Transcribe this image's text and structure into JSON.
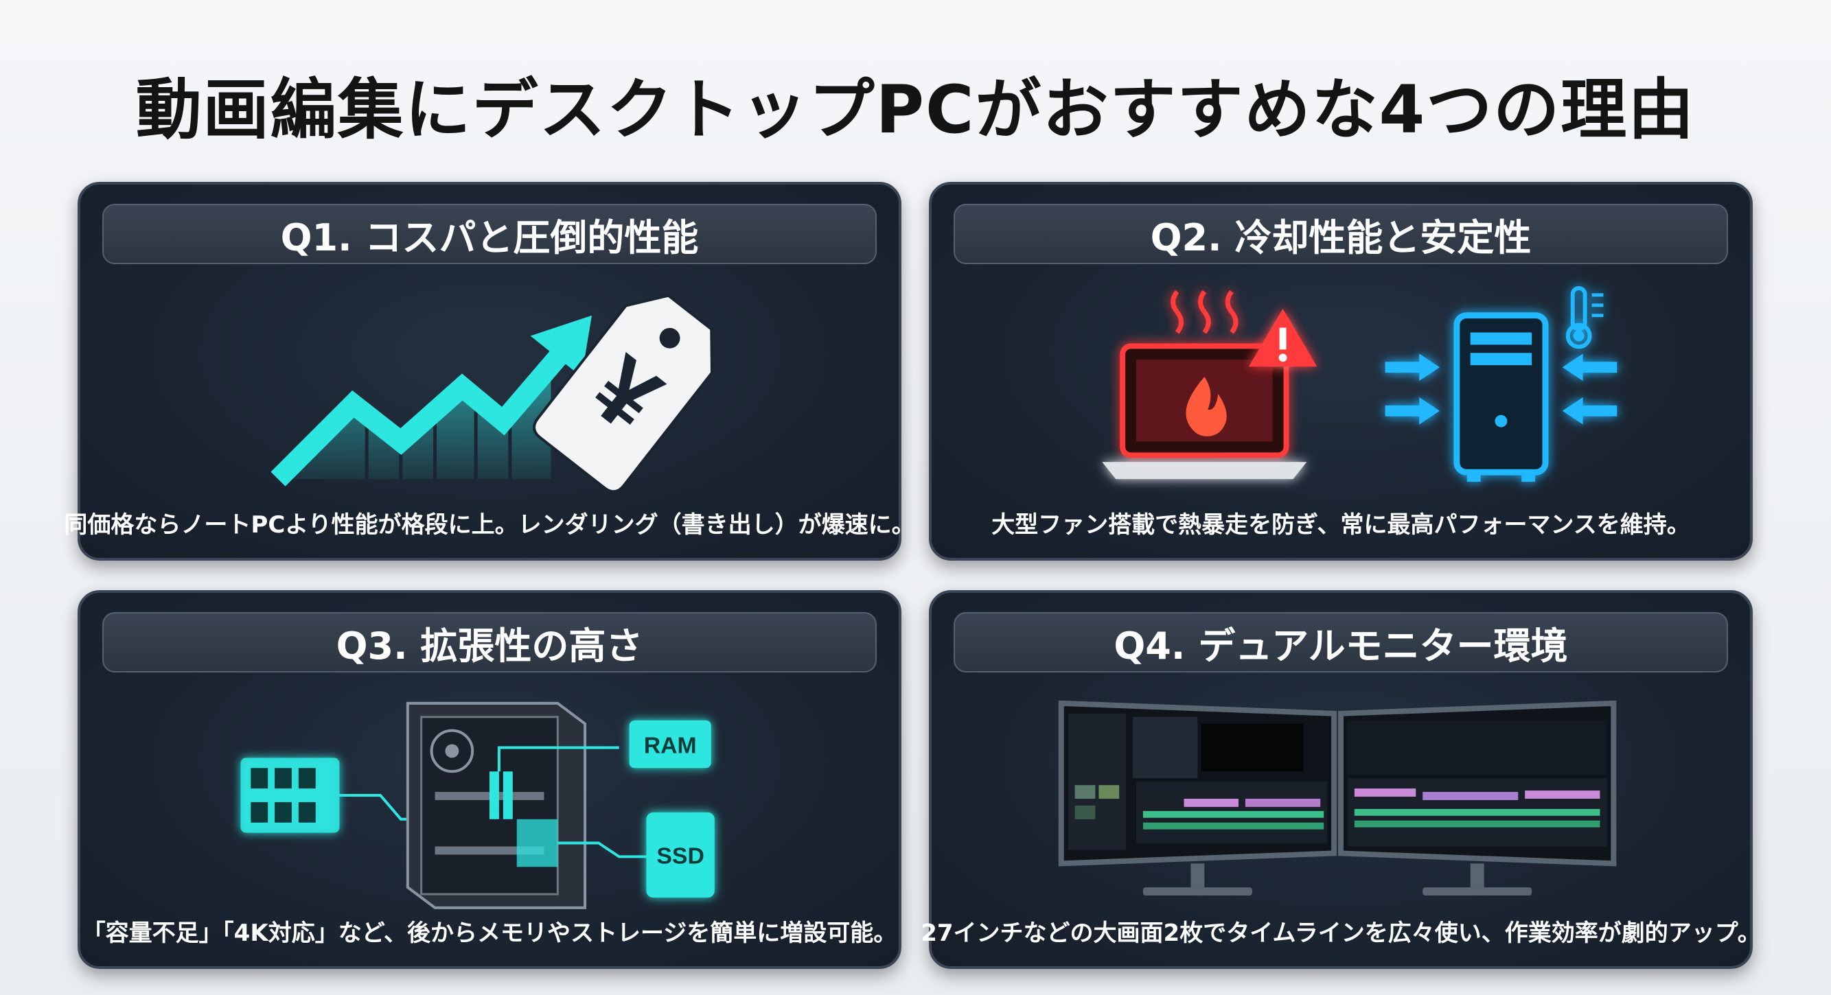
{
  "page": {
    "title": "動画編集にデスクトップPCがおすすめな4つの理由"
  },
  "cards": [
    {
      "title": "Q1. コスパと圧倒的性能",
      "caption": "同価格ならノートPCより性能が格段に上。レンダリング（書き出し）が爆速に。",
      "icons": [
        "upward-trend-arrow-icon",
        "yen-price-tag-icon"
      ],
      "price_tag_symbol": "¥"
    },
    {
      "title": "Q2. 冷却性能と安定性",
      "caption": "大型ファン搭載で熱暴走を防ぎ、常に最高パフォーマンスを維持。",
      "icons": [
        "overheating-laptop-icon",
        "warning-icon",
        "desktop-tower-cooling-icon",
        "thermometer-icon"
      ]
    },
    {
      "title": "Q3. 拡張性の高さ",
      "caption": "「容量不足」「4K対応」など、後からメモリやストレージを簡単に増設可能。",
      "icons": [
        "memory-module-icon",
        "pc-case-icon",
        "ram-chip-icon",
        "ssd-icon"
      ],
      "chip_labels": {
        "ram": "RAM",
        "ssd": "SSD"
      }
    },
    {
      "title": "Q4. デュアルモニター環境",
      "caption": "27インチなどの大画面2枚でタイムラインを広々使い、作業効率が劇的アップ。",
      "icons": [
        "dual-monitor-icon"
      ]
    }
  ],
  "colors": {
    "accent_teal": "#2ee6e0",
    "accent_cyan": "#21b8ff",
    "alert_red": "#ff3b3b",
    "card_bg": "#1b2532",
    "title_text": "#141414"
  }
}
